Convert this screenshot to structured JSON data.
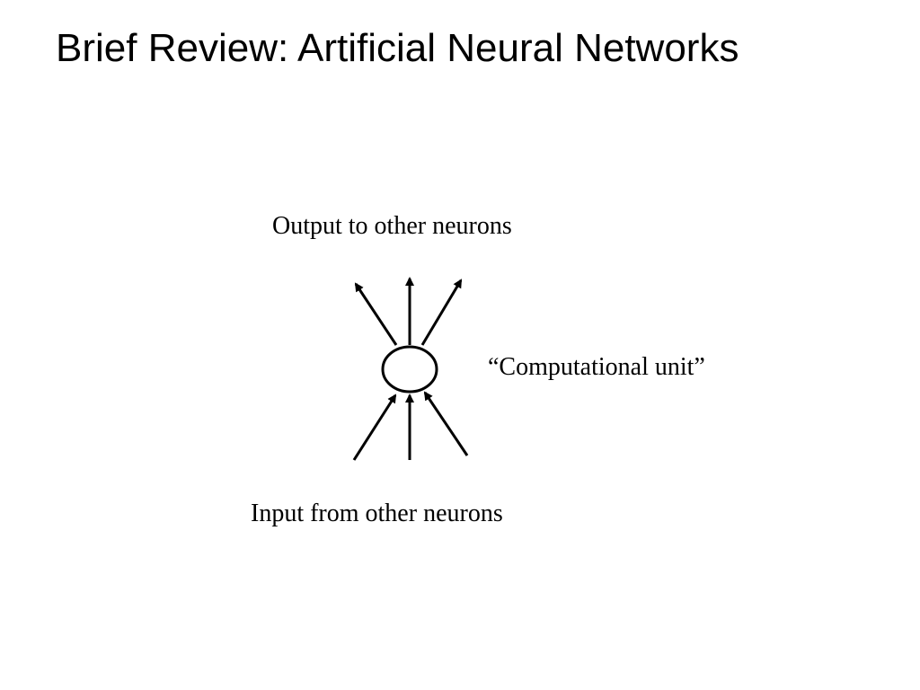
{
  "slide": {
    "title": "Brief Review: Artificial Neural Networks"
  },
  "diagram": {
    "output_label": "Output to other neurons",
    "unit_label": "“Computational unit”",
    "input_label": "Input from other neurons",
    "line_color": "#000000"
  }
}
